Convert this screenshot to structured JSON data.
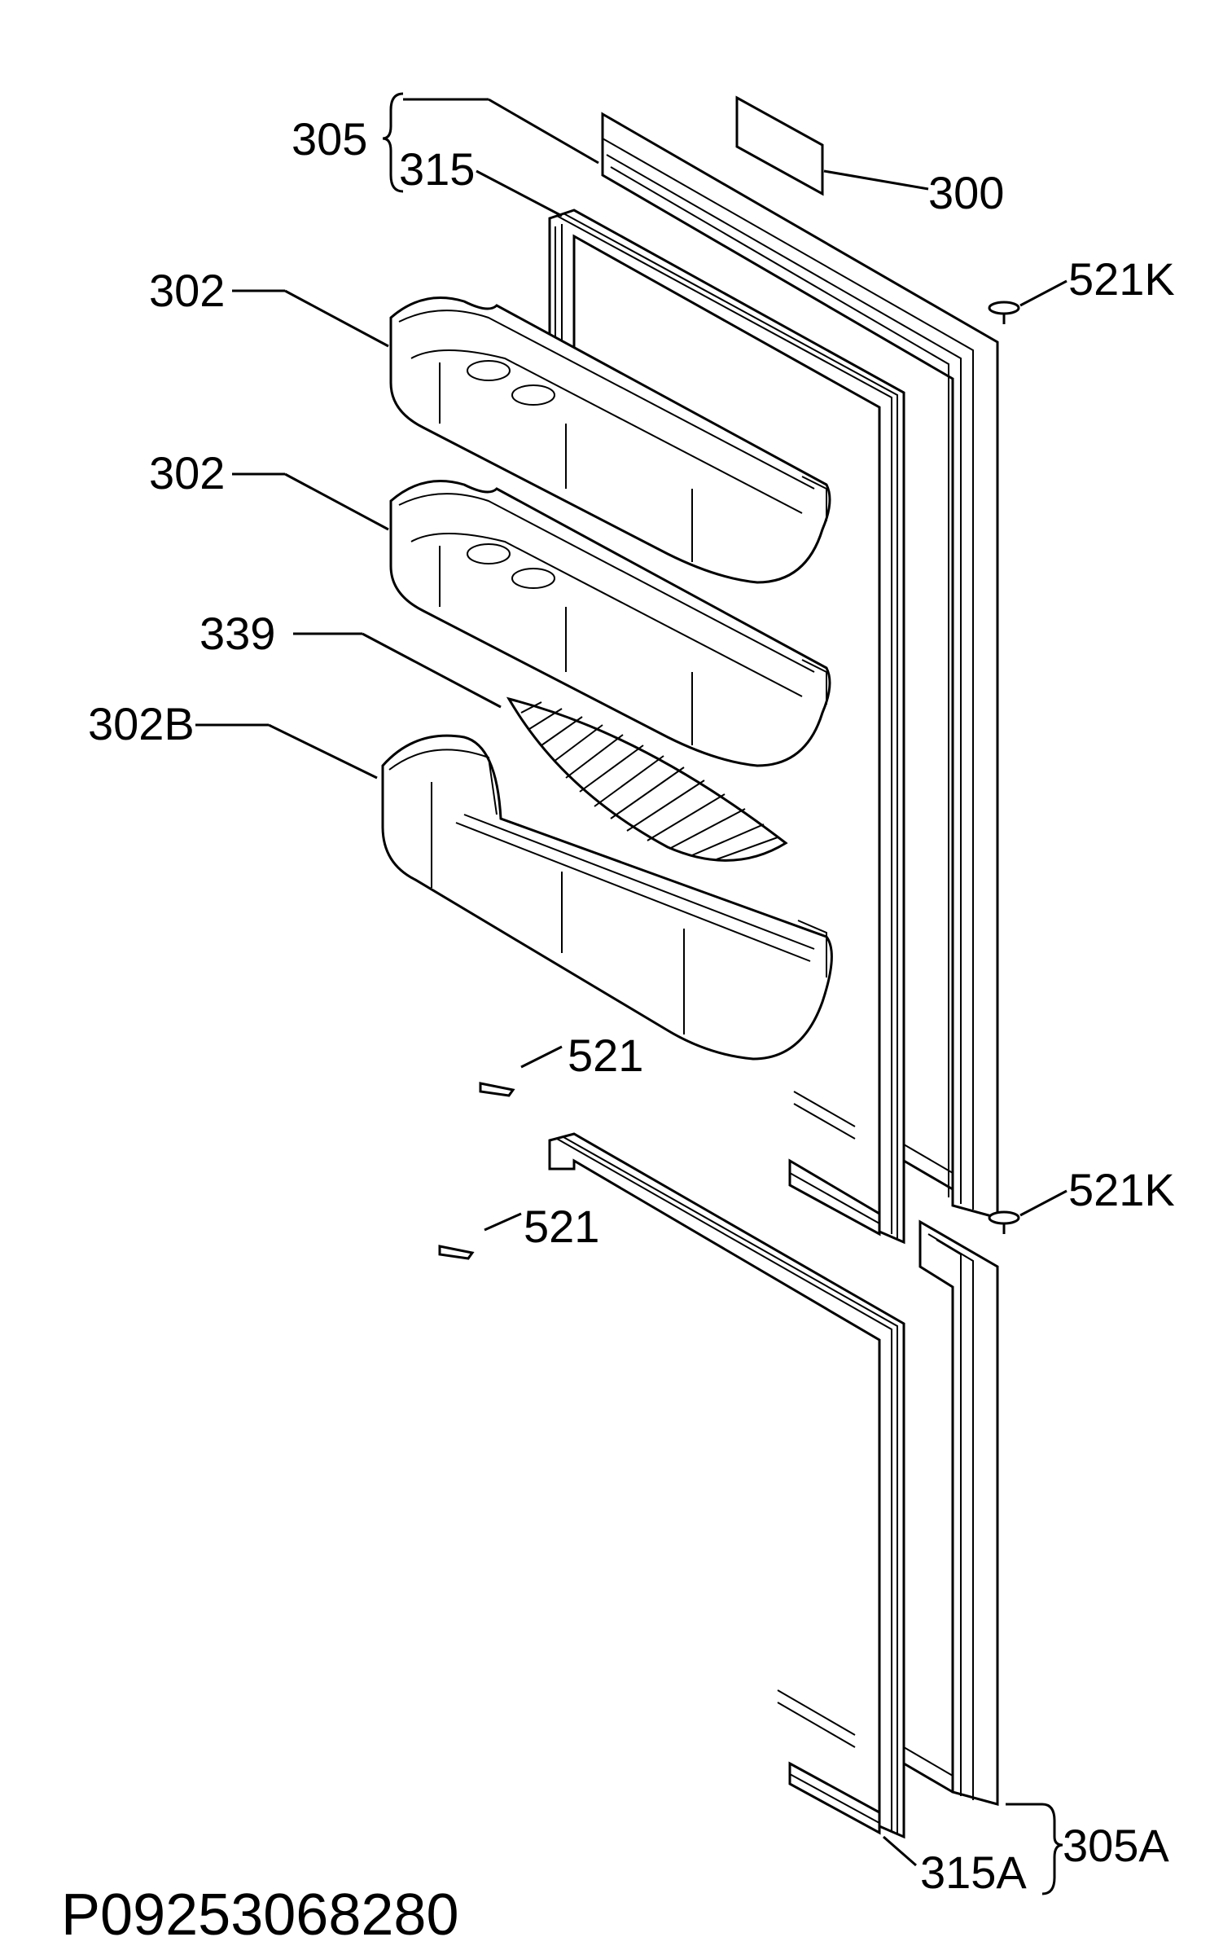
{
  "labels": {
    "door_upper": "305",
    "gasket_upper": "315",
    "rating_plate": "300",
    "hinge_pin_top": "521K",
    "hinge_pin_mid": "521K",
    "shelf_1": "302",
    "shelf_2": "302",
    "egg_tray": "339",
    "shelf_bottle": "302B",
    "screw_1": "521",
    "screw_2": "521",
    "door_lower": "305A",
    "gasket_lower": "315A"
  },
  "drawing_code": "P09253068280"
}
